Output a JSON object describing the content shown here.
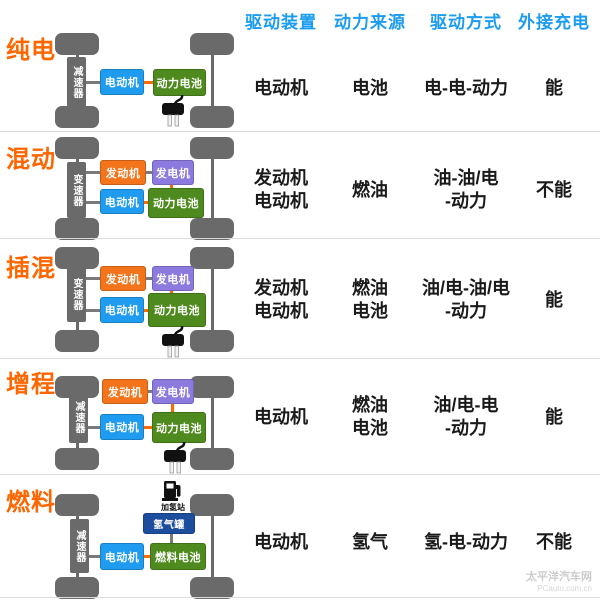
{
  "header": {
    "columns": [
      "驱动装置",
      "动力来源",
      "驱动方式",
      "外接充电"
    ]
  },
  "components": {
    "reducer": "减速器",
    "transmission": "变速器",
    "motor": "电动机",
    "engine": "发动机",
    "generator": "发电机",
    "battery": "动力电池",
    "fuel_cell": "燃料电池",
    "hydrogen_tank": "氢气罐",
    "hydrogen_station": "加氢站"
  },
  "rows": [
    {
      "label": "纯电",
      "device": "电动机",
      "source": "电池",
      "mode": "电-电-动力",
      "charge": "能"
    },
    {
      "label": "混动",
      "device": "发动机\n电动机",
      "source": "燃油",
      "mode": "油-油/电\n-动力",
      "charge": "不能"
    },
    {
      "label": "插混",
      "device": "发动机\n电动机",
      "source": "燃油\n电池",
      "mode": "油/电-油/电\n-动力",
      "charge": "能"
    },
    {
      "label": "增程",
      "device": "电动机",
      "source": "燃油\n电池",
      "mode": "油/电-电\n-动力",
      "charge": "能"
    },
    {
      "label": "燃料",
      "device": "电动机",
      "source": "氢气",
      "mode": "氢-电-动力",
      "charge": "不能"
    }
  ],
  "watermark": {
    "line1": "太平洋汽车网",
    "line2": "PCauto.com.cn"
  },
  "colors": {
    "header_text": "#1C9CF0",
    "row_label": "#FF6600",
    "motor_blue": "#1F9BF0",
    "battery_green": "#4E8A1D",
    "engine_orange": "#F3741B",
    "generator_purple": "#8C7ADE",
    "tank_navy": "#1D4E9E",
    "chassis_gray": "#6A6A6A",
    "link_orange": "#FF6A00",
    "link_gray": "#7A7A7A"
  }
}
